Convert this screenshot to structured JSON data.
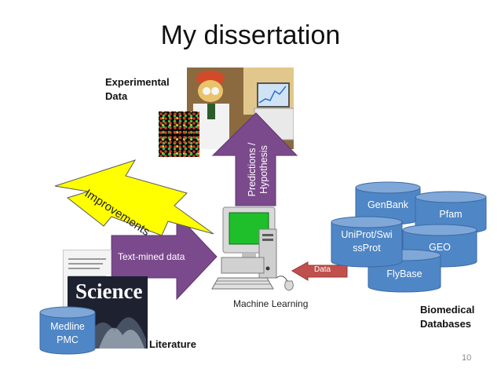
{
  "slide": {
    "title": "My dissertation",
    "page_number": "10"
  },
  "labels": {
    "experimental_data": [
      "Experimental",
      "Data"
    ],
    "literature": "Literature",
    "biomedical_databases": [
      "Biomedical",
      "Databases"
    ],
    "machine_learning": "Machine Learning"
  },
  "arrows": {
    "predictions": [
      "Predictions /",
      "Hypothesis"
    ],
    "text_mined": "Text-mined data",
    "data": "Data",
    "improvements": "Improvements"
  },
  "literature_db": [
    "Medline",
    "PMC"
  ],
  "science_cover_word": "Science",
  "databases": [
    {
      "label": [
        "GenBank"
      ]
    },
    {
      "label": [
        "Pfam"
      ]
    },
    {
      "label": [
        "UniProt/Swi",
        "ssProt"
      ]
    },
    {
      "label": [
        "GEO"
      ]
    },
    {
      "label": [
        "FlyBase"
      ]
    }
  ],
  "colors": {
    "arrow_purple": "#7b4a8c",
    "cylinder_blue": "#4f86c6",
    "cylinder_top": "#7fa8d8",
    "burst_yellow": "#ffff00",
    "data_arrow_red": "#c0504d",
    "monitor_green": "#1fbf2b"
  },
  "icons": {
    "computer": "computer-icon",
    "lab_photo": "lab-photo",
    "microarray": "microarray-image",
    "journal_cover": "science-journal-cover"
  }
}
